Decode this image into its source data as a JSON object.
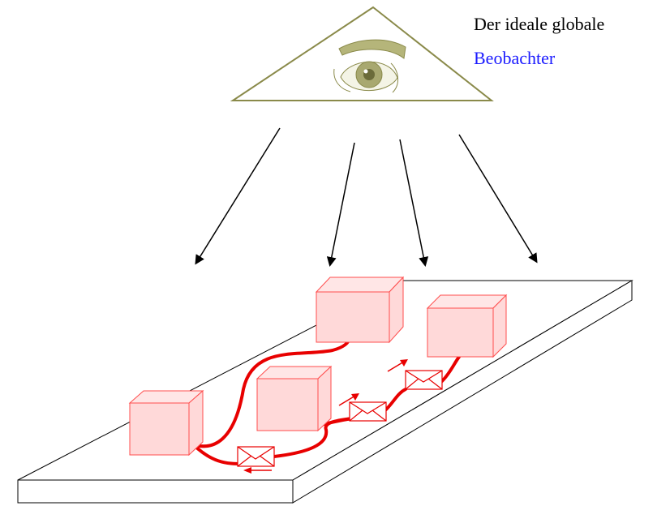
{
  "caption": {
    "line1": "Der ideale globale",
    "line2": "Beobachter"
  },
  "colors": {
    "triangle": "#8a8a4a",
    "eyebrow": "#b5b57a",
    "iris": "#a8a870",
    "node_fill": "#ffd9d9",
    "node_stroke": "#ff4d4d",
    "channel": "#e80000",
    "arrow": "#000000",
    "caption_highlight": "#1a1aff"
  },
  "diagram": {
    "observer_icon": "eye-in-triangle-icon",
    "node_count": 4,
    "message_count": 3,
    "observation_arrow_count": 4
  }
}
